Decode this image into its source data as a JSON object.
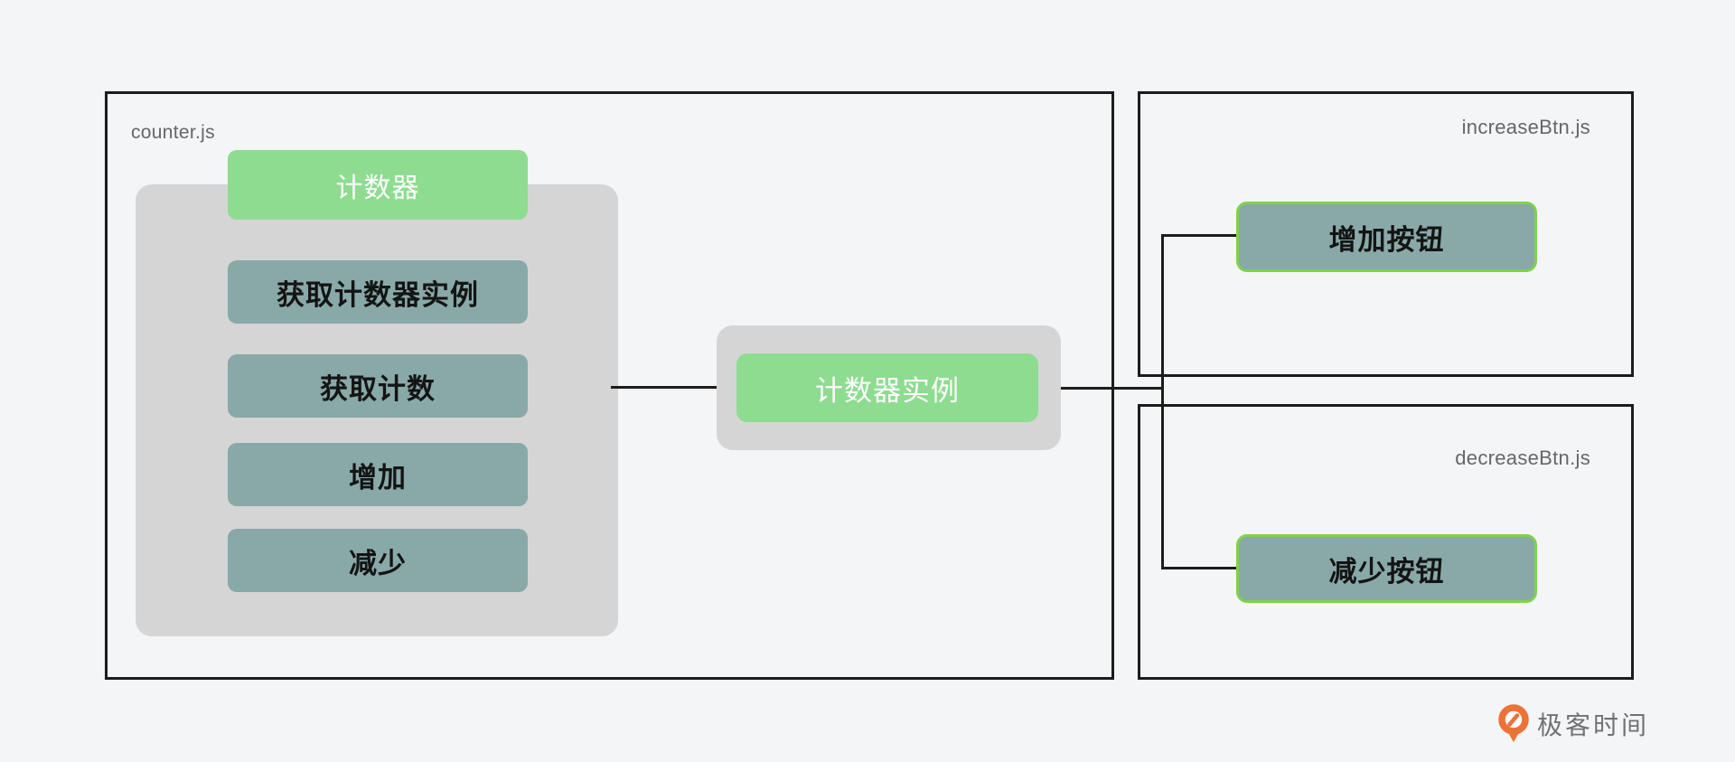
{
  "background": "#f4f5f6",
  "palette": {
    "box_border": "#1c1c1c",
    "container_gray": "#d5d5d6",
    "node_green": "#8edc90",
    "node_teal": "#88a9a8",
    "highlight_border_green": "#7ed24d",
    "file_label_gray": "#63676b",
    "connector": "#1c1c1c"
  },
  "counter_module": {
    "file_label": "counter.js",
    "class_title": "计数器",
    "methods": [
      "获取计数器实例",
      "获取计数",
      "增加",
      "减少"
    ]
  },
  "instance_node": {
    "label": "计数器实例"
  },
  "increase_module": {
    "file_label": "increaseBtn.js",
    "button_label": "增加按钮"
  },
  "decrease_module": {
    "file_label": "decreaseBtn.js",
    "button_label": "减少按钮"
  },
  "brand": {
    "name": "极客时间",
    "icon": "geektime-logo-icon",
    "icon_color": "#ed7235",
    "text_color": "#6f7274"
  }
}
